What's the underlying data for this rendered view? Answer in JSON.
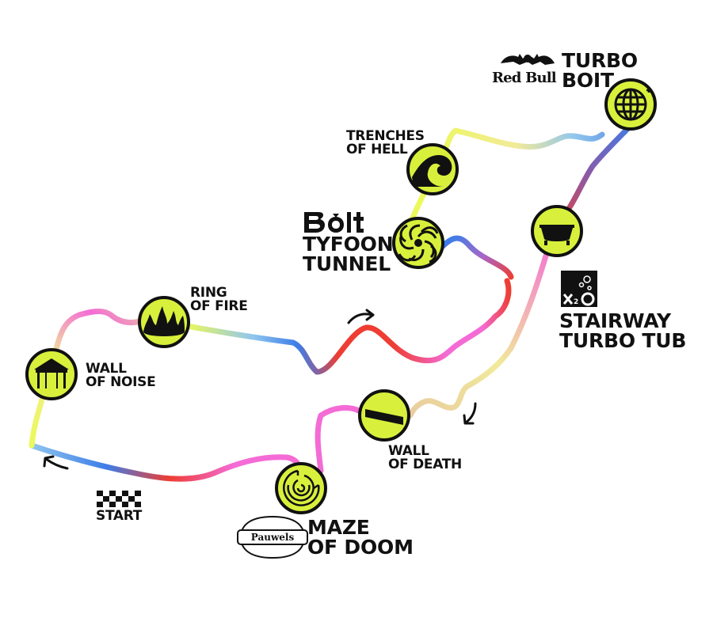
{
  "map": {
    "start_label": "START",
    "stations": [
      {
        "id": "wall-of-noise",
        "lines": [
          "WALL",
          "OF NOISE"
        ],
        "icon": "tent-icon"
      },
      {
        "id": "ring-of-fire",
        "lines": [
          "RING",
          "OF FIRE"
        ],
        "icon": "flames-icon"
      },
      {
        "id": "tyfoon-tunnel",
        "lines": [
          "TYFOON",
          "TUNNEL"
        ],
        "icon": "vortex-icon",
        "sponsor": "Bolt"
      },
      {
        "id": "trenches-of-hell",
        "lines": [
          "TRENCHES",
          "OF HELL"
        ],
        "icon": "wave-icon"
      },
      {
        "id": "turbo-boit",
        "lines": [
          "TURBO",
          "BOIT"
        ],
        "icon": "globe-icon",
        "sponsor": "Red Bull"
      },
      {
        "id": "stairway-turbo-tub",
        "lines": [
          "STAIRWAY",
          "TURBO TUB"
        ],
        "icon": "bathtub-icon",
        "sponsor": "X2O"
      },
      {
        "id": "wall-of-death",
        "lines": [
          "WALL",
          "OF DEATH"
        ],
        "icon": "slanted-wall-icon"
      },
      {
        "id": "maze-of-doom",
        "lines": [
          "MAZE",
          "OF DOOM"
        ],
        "icon": "maze-icon",
        "sponsor": "Pauwels"
      }
    ],
    "colors": {
      "station_fill": "#d8f03c",
      "outline": "#111111",
      "route_pink": "#f46bd6",
      "route_red": "#ee3d32",
      "route_blue": "#3d7de8",
      "route_yellow": "#ecf95a"
    }
  }
}
